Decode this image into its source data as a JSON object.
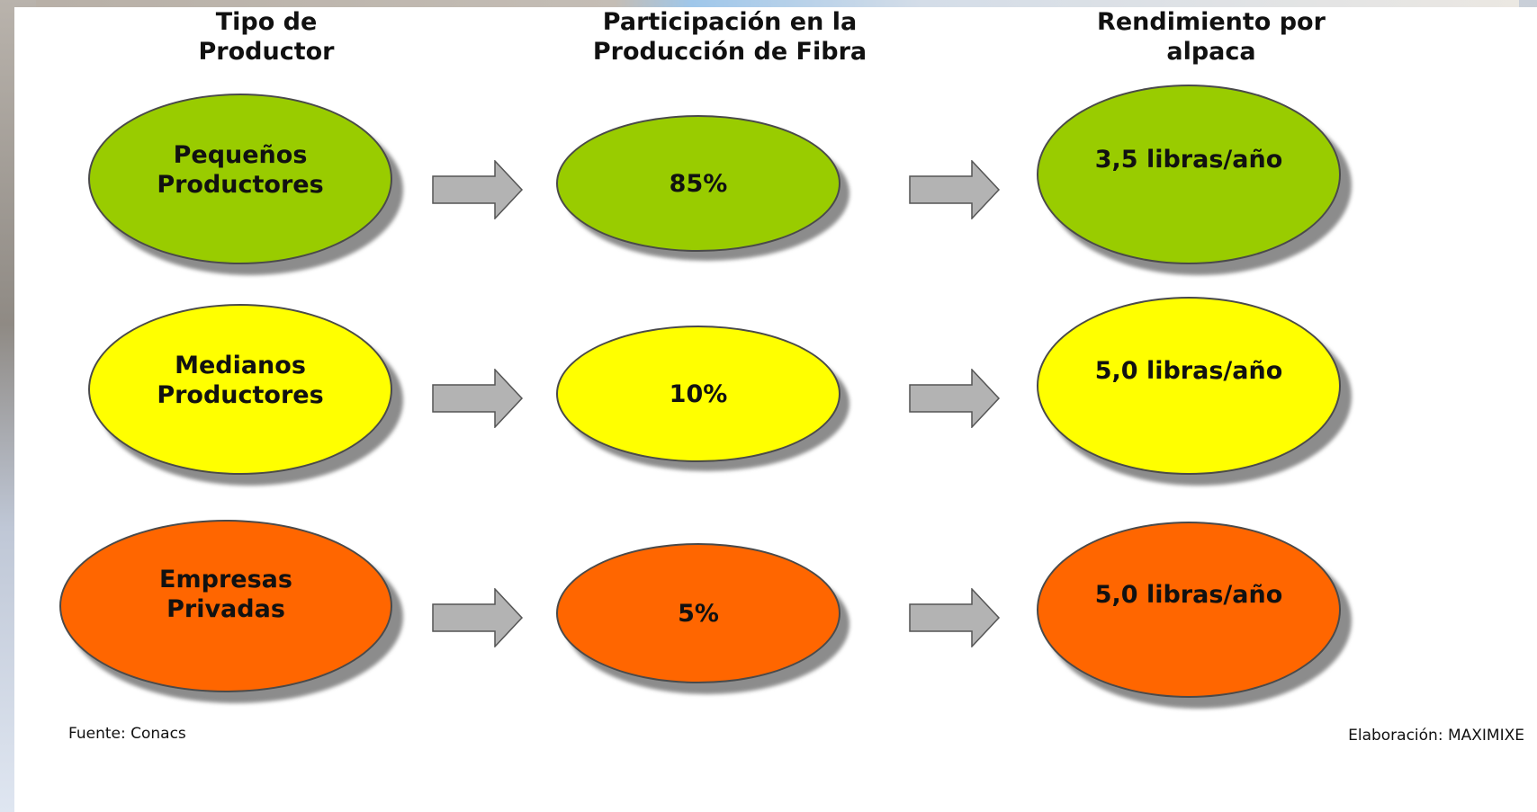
{
  "headers": {
    "col1": "Tipo de\nProductor",
    "col2": "Participación en la\nProducción de Fibra",
    "col3": "Rendimiento por\nalpaca"
  },
  "rows": [
    {
      "type": "Pequeños\nProductores",
      "share": "85%",
      "yield": "3,5 libras/año",
      "color": "#99cc00"
    },
    {
      "type": "Medianos\nProductores",
      "share": "10%",
      "yield": "5,0 libras/año",
      "color": "#ffff00"
    },
    {
      "type": "Empresas\nPrivadas",
      "share": "5%",
      "yield": "5,0 libras/año",
      "color": "#ff6600"
    }
  ],
  "footer": {
    "source": "Fuente: Conacs",
    "credit": "Elaboración: MAXIMIXE"
  },
  "colors": {
    "arrow": "#b3b3b3",
    "outline": "#4a4a4a",
    "shadow": "#8c8c8c"
  },
  "icons": [
    "right-arrow-icon"
  ]
}
